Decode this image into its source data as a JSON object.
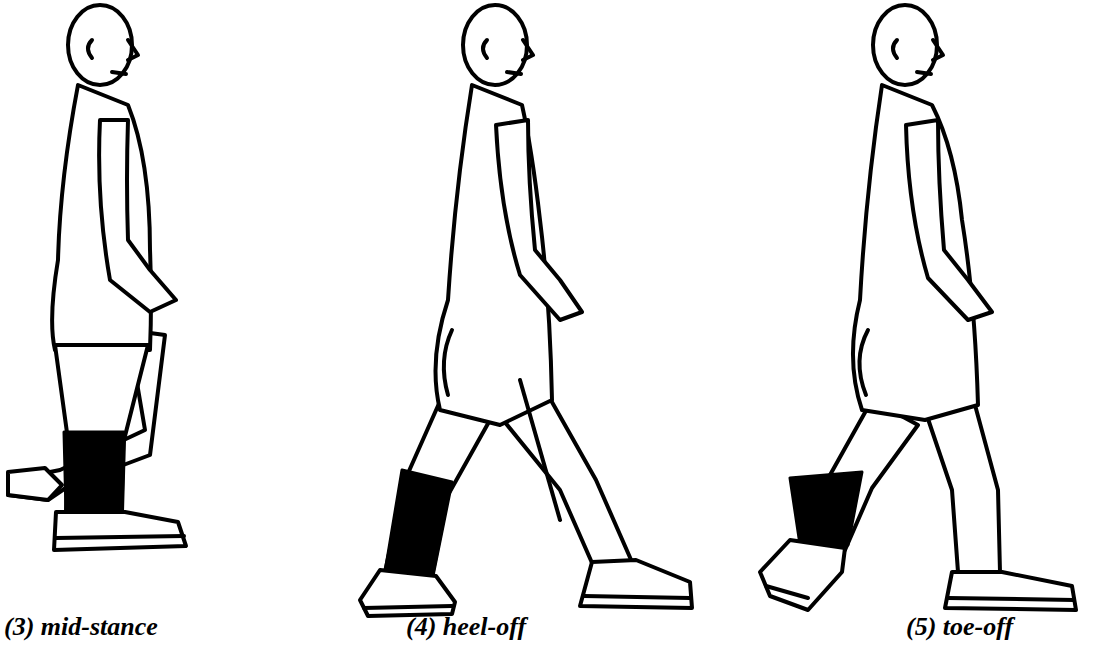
{
  "diagram": {
    "labels": [
      "(3) mid-stance",
      "(4) heel-off",
      "(5) toe-off"
    ]
  }
}
